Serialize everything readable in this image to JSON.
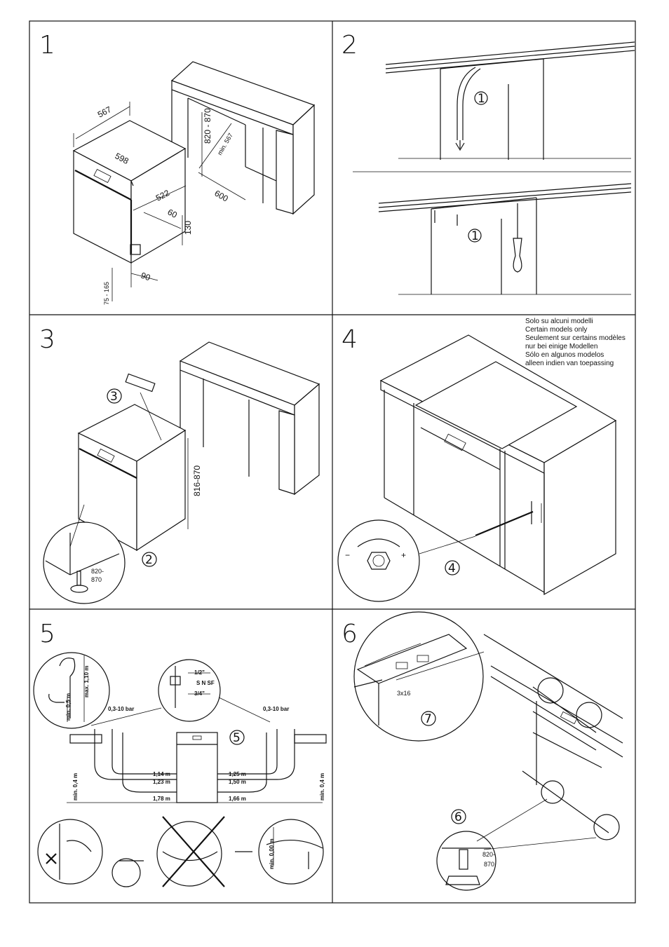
{
  "panels": [
    {
      "number": "1",
      "labels": {
        "depth": "567",
        "width": "598",
        "height_range": "820 - 870",
        "min_depth": "min. 567",
        "inner_depth": "522",
        "opening": "600",
        "gap": "60",
        "plinth": "130",
        "foot": "90",
        "foot_range": "75 - 165"
      }
    },
    {
      "number": "2",
      "callout_a": "1",
      "callout_b": "1"
    },
    {
      "number": "3",
      "callout_top": "3",
      "callout_bottom": "2",
      "height_range": "816-870",
      "detail_range": "820-\n870"
    },
    {
      "number": "4",
      "callout": "4",
      "minus": "−",
      "plus": "+",
      "note_lines": [
        "Solo su alcuni modelli",
        "Certain models only",
        "Seulement sur certains modèles",
        "nur bei einige Modellen",
        "Sólo en algunos modelos",
        "alleen indien van toepassing"
      ]
    },
    {
      "number": "5",
      "callout": "5",
      "pressure_left": "0,3-10 bar",
      "pressure_right": "0,3-10 bar",
      "thread_top": "1/2\"",
      "thread_bottom": "3/4\"",
      "thread_codes": "S N SF",
      "min_height_left": "min. 0,5 m",
      "max_height_left": "max. 1,10 m",
      "min_floor_left": "min. 0,4 m",
      "min_floor_right": "min. 0,4 m",
      "left_lengths": [
        "1,14 m",
        "1,23 m",
        "1,78 m"
      ],
      "right_lengths": [
        "1,25 m",
        "1,50 m",
        "1,66 m"
      ],
      "detail_min": "min. 0,00 m"
    },
    {
      "number": "6",
      "screw": "3x16",
      "callout_a": "7",
      "callout_b": "6",
      "detail_range": "820-\n870"
    }
  ]
}
